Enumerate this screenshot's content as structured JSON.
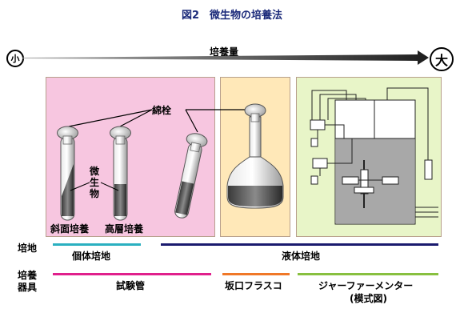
{
  "title": "図2　微生物の培養法",
  "scale": {
    "label": "培養量",
    "small": "小",
    "large": "大"
  },
  "annotations": {
    "cotton_plug": "綿栓",
    "microbe_1": "微",
    "microbe_2": "生",
    "microbe_3": "物",
    "slant": "斜面培養",
    "stab": "高層培養"
  },
  "rows": {
    "culture_label": "培地",
    "tool_label_1": "培養",
    "tool_label_2": "器具"
  },
  "culture": {
    "solid": "個体培地",
    "liquid": "液体培地"
  },
  "tools": {
    "tube": "試験管",
    "flask": "坂口フラスコ",
    "jar": "ジャーファーメンター",
    "jar_note": "(模式図)"
  },
  "colors": {
    "arrow": "#3a3a3a",
    "cyan_bar": "#2ab0c0",
    "navy_bar": "#1a1a6e",
    "magenta_bar": "#e0208c",
    "orange_bar": "#f07828",
    "green_bar": "#88c040"
  }
}
